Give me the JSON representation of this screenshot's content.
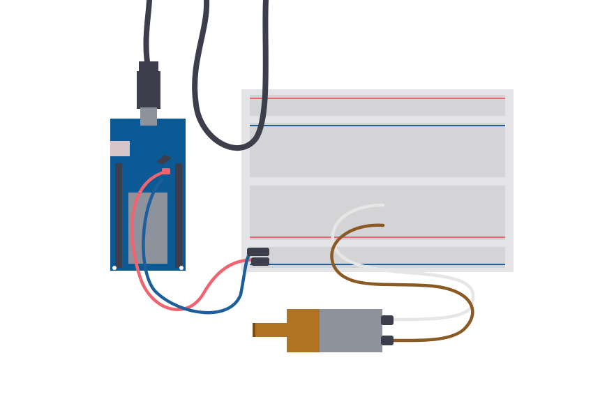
{
  "scene": {
    "background": "#ffffff",
    "components": [
      {
        "name": "arduino-board",
        "color": "#0b5a95"
      },
      {
        "name": "usb-cable",
        "color": "#3d3e4b"
      },
      {
        "name": "breadboard",
        "color": "#d4d4d6"
      },
      {
        "name": "dc-motor",
        "colors": {
          "body": "#8e929c",
          "cap": "#b07324",
          "shaft": "#b07324"
        }
      }
    ],
    "wires": [
      {
        "name": "red-wire",
        "color": "#ef6470"
      },
      {
        "name": "blue-wire",
        "color": "#1d5f9c"
      },
      {
        "name": "white-wire",
        "color": "#e6e6e6"
      },
      {
        "name": "brown-wire",
        "color": "#8a5a24"
      }
    ],
    "rail_colors": {
      "positive": "#ef6470",
      "negative": "#1d5f9c"
    }
  }
}
